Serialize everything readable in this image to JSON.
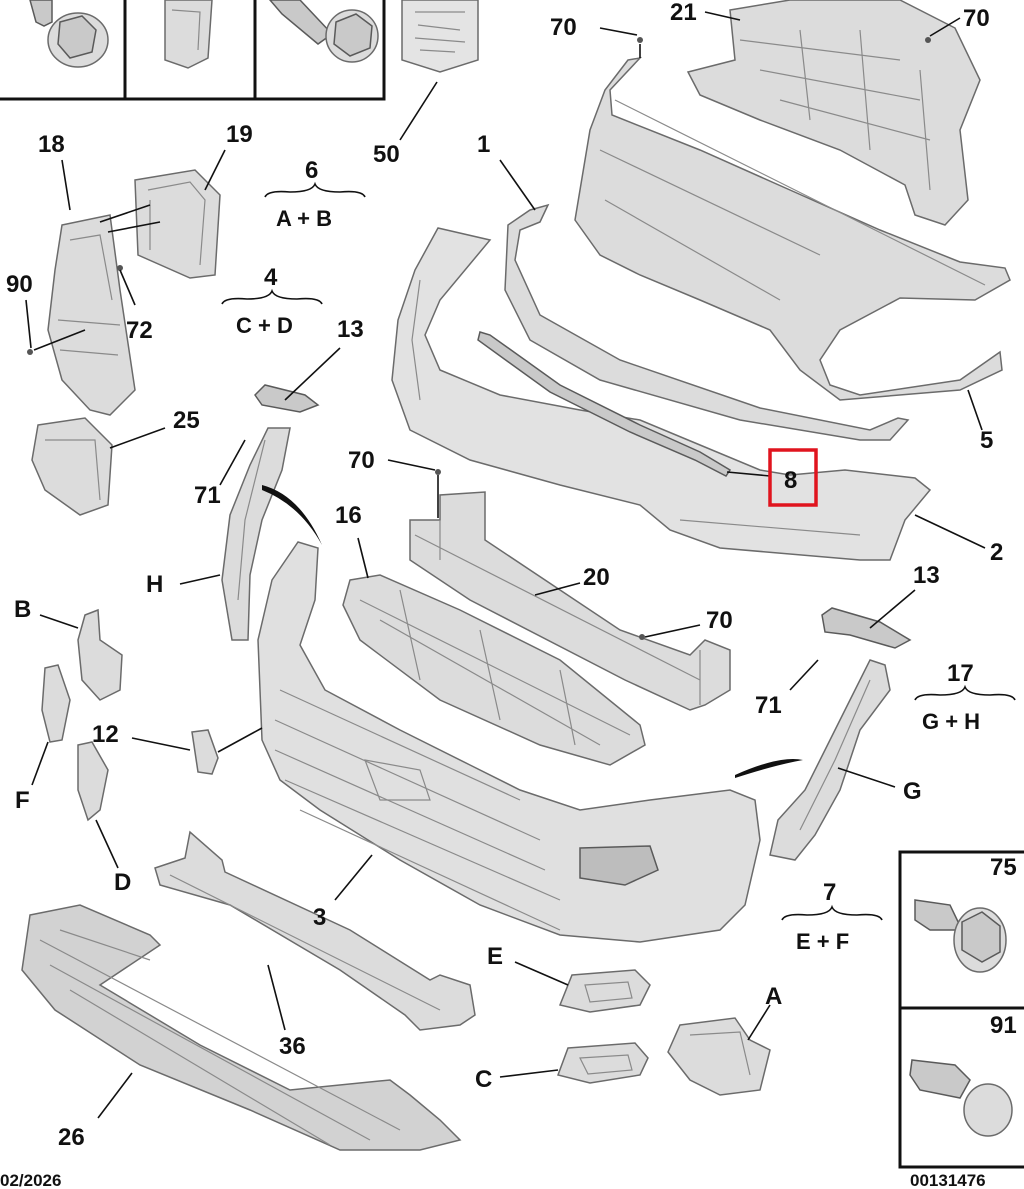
{
  "callouts": [
    {
      "id": "c70a",
      "text": "70"
    },
    {
      "id": "c21",
      "text": "21"
    },
    {
      "id": "c70b",
      "text": "70"
    },
    {
      "id": "c50",
      "text": "50"
    },
    {
      "id": "c1",
      "text": "1"
    },
    {
      "id": "c18",
      "text": "18"
    },
    {
      "id": "c19",
      "text": "19"
    },
    {
      "id": "c90",
      "text": "90"
    },
    {
      "id": "c72",
      "text": "72"
    },
    {
      "id": "c25",
      "text": "25"
    },
    {
      "id": "c13a",
      "text": "13"
    },
    {
      "id": "c71a",
      "text": "71"
    },
    {
      "id": "cH",
      "text": "H"
    },
    {
      "id": "c70c",
      "text": "70"
    },
    {
      "id": "c8",
      "text": "8"
    },
    {
      "id": "c5",
      "text": "5"
    },
    {
      "id": "c2",
      "text": "2"
    },
    {
      "id": "c16",
      "text": "16"
    },
    {
      "id": "c20",
      "text": "20"
    },
    {
      "id": "c70d",
      "text": "70"
    },
    {
      "id": "c13b",
      "text": "13"
    },
    {
      "id": "c71b",
      "text": "71"
    },
    {
      "id": "cB",
      "text": "B"
    },
    {
      "id": "c12",
      "text": "12"
    },
    {
      "id": "cF",
      "text": "F"
    },
    {
      "id": "cD",
      "text": "D"
    },
    {
      "id": "cG",
      "text": "G"
    },
    {
      "id": "c3",
      "text": "3"
    },
    {
      "id": "cE",
      "text": "E"
    },
    {
      "id": "cA",
      "text": "A"
    },
    {
      "id": "c36",
      "text": "36"
    },
    {
      "id": "cC",
      "text": "C"
    },
    {
      "id": "c26",
      "text": "26"
    },
    {
      "id": "c75",
      "text": "75"
    },
    {
      "id": "c91",
      "text": "91"
    }
  ],
  "groups": [
    {
      "id": "g6",
      "number": "6",
      "combo": "A + B"
    },
    {
      "id": "g4",
      "number": "4",
      "combo": "C + D"
    },
    {
      "id": "g17",
      "number": "17",
      "combo": "G + H"
    },
    {
      "id": "g7",
      "number": "7",
      "combo": "E + F"
    }
  ],
  "footer": {
    "date": "02/2026",
    "reference": "00131476"
  },
  "highlight_color": "#e0141e"
}
